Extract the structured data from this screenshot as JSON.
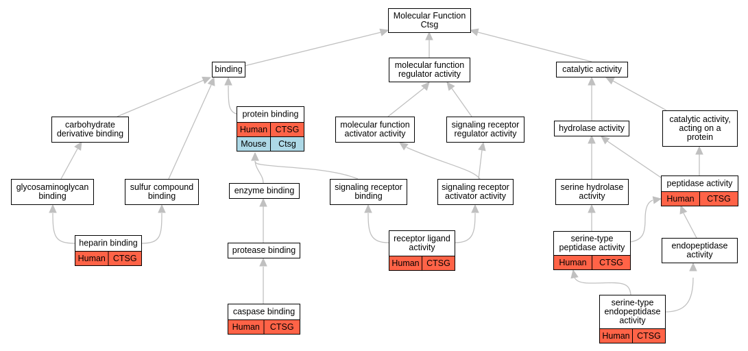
{
  "colors": {
    "node_fill": "#ffffff",
    "node_stroke": "#000000",
    "edge": "#c0c0c0",
    "human": "#ff6347",
    "mouse": "#add8e6"
  },
  "nodes": [
    {
      "id": "mf",
      "lines": [
        "Molecular Function",
        "Ctsg"
      ]
    },
    {
      "id": "binding",
      "lines": [
        "binding"
      ]
    },
    {
      "id": "mfra",
      "lines": [
        "molecular function",
        "regulator activity"
      ]
    },
    {
      "id": "catalytic",
      "lines": [
        "catalytic activity"
      ]
    },
    {
      "id": "carb",
      "lines": [
        "carbohydrate",
        "derivative binding"
      ]
    },
    {
      "id": "protbind",
      "lines": [
        "protein binding"
      ],
      "rows": [
        [
          "Human",
          "CTSG"
        ],
        [
          "Mouse",
          "Ctsg"
        ]
      ]
    },
    {
      "id": "mfaa",
      "lines": [
        "molecular function",
        "activator activity"
      ]
    },
    {
      "id": "srra",
      "lines": [
        "signaling receptor",
        "regulator activity"
      ]
    },
    {
      "id": "hydrolase",
      "lines": [
        "hydrolase activity"
      ]
    },
    {
      "id": "catprot",
      "lines": [
        "catalytic activity,",
        "acting on a",
        "protein"
      ]
    },
    {
      "id": "gag",
      "lines": [
        "glycosaminoglycan",
        "binding"
      ]
    },
    {
      "id": "sulfur",
      "lines": [
        "sulfur compound",
        "binding"
      ]
    },
    {
      "id": "enzyme",
      "lines": [
        "enzyme binding"
      ]
    },
    {
      "id": "srb",
      "lines": [
        "signaling receptor",
        "binding"
      ]
    },
    {
      "id": "sraa",
      "lines": [
        "signaling receptor",
        "activator activity"
      ]
    },
    {
      "id": "serhyd",
      "lines": [
        "serine hydrolase",
        "activity"
      ]
    },
    {
      "id": "peptidase",
      "lines": [
        "peptidase activity"
      ],
      "rows": [
        [
          "Human",
          "CTSG"
        ]
      ]
    },
    {
      "id": "heparin",
      "lines": [
        "heparin binding"
      ],
      "rows": [
        [
          "Human",
          "CTSG"
        ]
      ]
    },
    {
      "id": "protease",
      "lines": [
        "protease binding"
      ]
    },
    {
      "id": "rla",
      "lines": [
        "receptor ligand",
        "activity"
      ],
      "rows": [
        [
          "Human",
          "CTSG"
        ]
      ]
    },
    {
      "id": "stpa",
      "lines": [
        "serine-type",
        "peptidase activity"
      ],
      "rows": [
        [
          "Human",
          "CTSG"
        ]
      ]
    },
    {
      "id": "endo",
      "lines": [
        "endopeptidase",
        "activity"
      ]
    },
    {
      "id": "caspase",
      "lines": [
        "caspase binding"
      ],
      "rows": [
        [
          "Human",
          "CTSG"
        ]
      ]
    },
    {
      "id": "step",
      "lines": [
        "serine-type",
        "endopeptidase",
        "activity"
      ],
      "rows": [
        [
          "Human",
          "CTSG"
        ]
      ]
    }
  ],
  "edges": [
    {
      "from": "binding",
      "to": "mf"
    },
    {
      "from": "mfra",
      "to": "mf"
    },
    {
      "from": "catalytic",
      "to": "mf"
    },
    {
      "from": "carb",
      "to": "binding"
    },
    {
      "from": "protbind",
      "to": "binding"
    },
    {
      "from": "sulfur",
      "to": "binding"
    },
    {
      "from": "mfaa",
      "to": "mfra"
    },
    {
      "from": "srra",
      "to": "mfra"
    },
    {
      "from": "hydrolase",
      "to": "catalytic"
    },
    {
      "from": "catprot",
      "to": "catalytic"
    },
    {
      "from": "gag",
      "to": "carb"
    },
    {
      "from": "enzyme",
      "to": "protbind"
    },
    {
      "from": "srb",
      "to": "protbind"
    },
    {
      "from": "sraa",
      "to": "mfaa"
    },
    {
      "from": "sraa",
      "to": "srra"
    },
    {
      "from": "serhyd",
      "to": "hydrolase"
    },
    {
      "from": "peptidase",
      "to": "hydrolase"
    },
    {
      "from": "peptidase",
      "to": "catprot"
    },
    {
      "from": "heparin",
      "to": "gag"
    },
    {
      "from": "heparin",
      "to": "sulfur"
    },
    {
      "from": "protease",
      "to": "enzyme"
    },
    {
      "from": "rla",
      "to": "srb"
    },
    {
      "from": "rla",
      "to": "sraa"
    },
    {
      "from": "stpa",
      "to": "serhyd"
    },
    {
      "from": "stpa",
      "to": "peptidase"
    },
    {
      "from": "endo",
      "to": "peptidase"
    },
    {
      "from": "caspase",
      "to": "protease"
    },
    {
      "from": "step",
      "to": "stpa"
    },
    {
      "from": "step",
      "to": "endo"
    }
  ]
}
